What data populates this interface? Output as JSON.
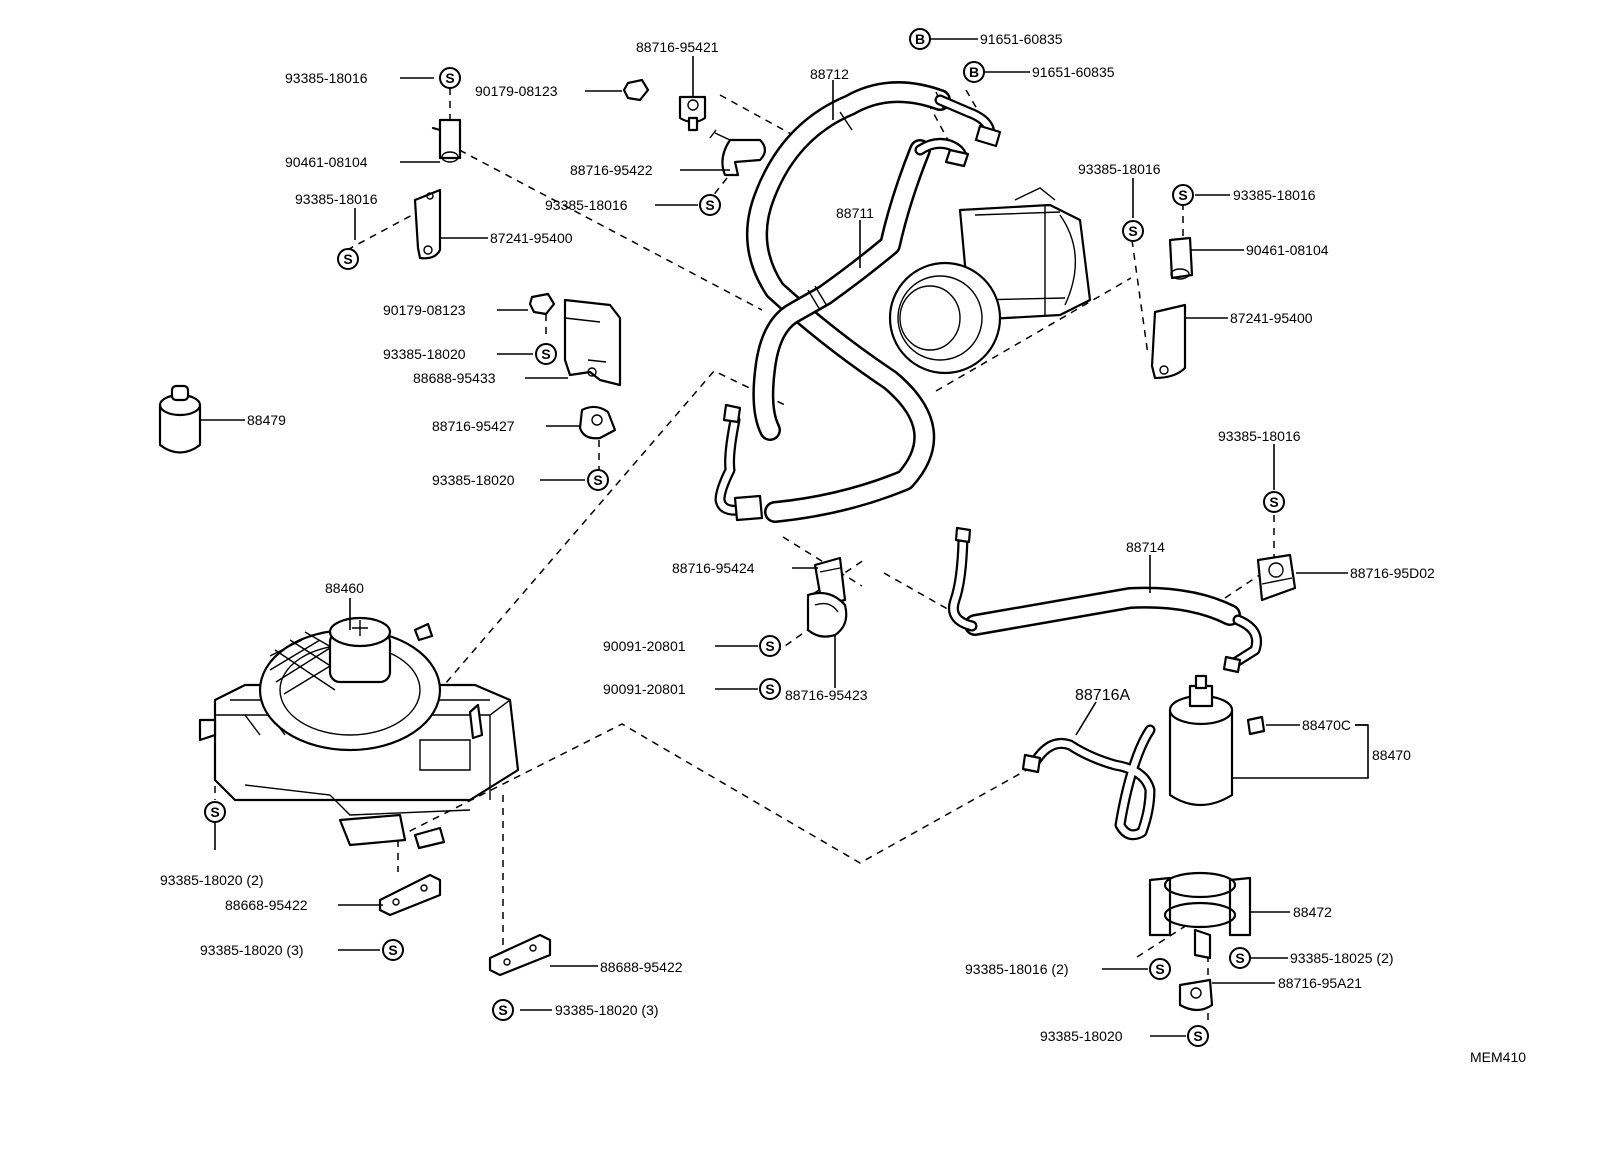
{
  "symbols": {
    "screw": "S",
    "bolt": "B"
  },
  "labels": {
    "l93385_16016_a": "93385-18016",
    "l88716_95421": "88716-95421",
    "l90179_08123_a": "90179-08123",
    "l88712": "88712",
    "l91651_60835": "91651-60835",
    "l91651_60835_b": "91651-60835",
    "l90461_08104_a": "90461-08104",
    "l88716_95422": "88716-95422",
    "l93385_16016_b": "93385-18016",
    "l93385_16016_c": "93385-18016",
    "l87241_95400_a": "87241-95400",
    "l88711": "88711",
    "l93385_16016_d": "93385-18016",
    "l93385_16016_e": "93385-18016",
    "l90461_08104_b": "90461-08104",
    "l87241_95400_b": "87241-95400",
    "l90179_08123_b": "90179-08123",
    "l93385_18020_a": "93385-18020",
    "l88688_95433": "88688-95433",
    "l88479": "88479",
    "l88716_95427": "88716-95427",
    "l93385_18020_b": "93385-18020",
    "l93385_16016_f": "93385-18016",
    "l88714": "88714",
    "l88716_95424": "88716-95424",
    "l88716_95D02": "88716-95D02",
    "l88460": "88460",
    "l90091_20801_a": "90091-20801",
    "l90091_20801_b": "90091-20801",
    "l88716_95423": "88716-95423",
    "l88716A": "88716A",
    "l88470C": "88470C",
    "l88470": "88470",
    "l93385_18020_2": "93385-18020 (2)",
    "l88668_95422_a": "88668-95422",
    "l93385_18020_3a": "93385-18020 (3)",
    "l88688_95422_b": "88688-95422",
    "l93385_18020_3b": "93385-18020 (3)",
    "l88472": "88472",
    "l93385_18025_2": "93385-18025 (2)",
    "l93385_16016_2": "93385-18016 (2)",
    "l88716_95A21": "88716-95A21",
    "l93385_18020_c": "93385-18020",
    "lMEM410": "MEM410"
  }
}
